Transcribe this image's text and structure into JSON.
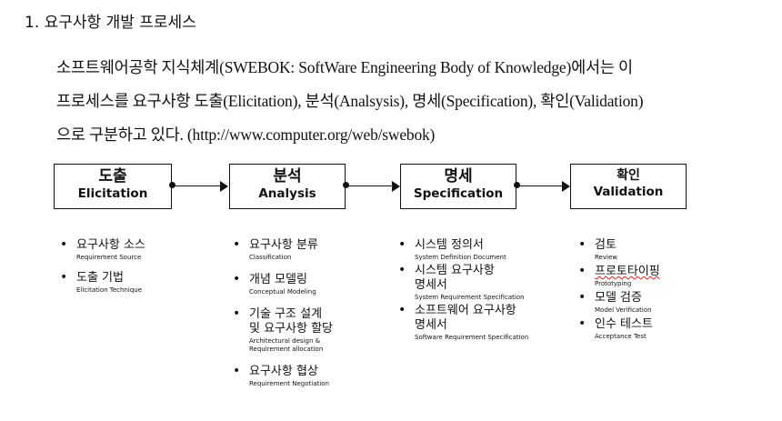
{
  "heading": "1. 요구사항 개발 프로세스",
  "paragraph": {
    "line1": "소프트웨어공학 지식체계(SWEBOK: SoftWare Engineering Body of Knowledge)에서는 이",
    "line2": "프로세스를 요구사항 도출(Elicitation), 분석(Analsysis), 명세(Specification), 확인(Validation)",
    "line3": "으로 구분하고 있다. (http://www.computer.org/web/swebok)"
  },
  "stages": [
    {
      "ko": "도출",
      "en": "Elicitation"
    },
    {
      "ko": "분석",
      "en": "Analysis"
    },
    {
      "ko": "명세",
      "en": "Specification"
    },
    {
      "ko": "확인",
      "en": "Validation"
    }
  ],
  "columns": [
    [
      {
        "ko": "요구사항 소스",
        "en": "Requirement Source"
      },
      {
        "ko": "도출 기법",
        "en": "Elicitation Technique"
      }
    ],
    [
      {
        "ko": "요구사항 분류",
        "en": "Classification"
      },
      {
        "ko": "개념 모델링",
        "en": "Conceptual Modeling"
      },
      {
        "ko": "기술 구조 설계\n및 요구사항 할당",
        "en": "Architectural design &",
        "en2": "Requirement allocation"
      },
      {
        "ko": "요구사항 협상",
        "en": "Requirement Negotiation"
      }
    ],
    [
      {
        "ko": "시스템 정의서",
        "en": "System Definition Document"
      },
      {
        "ko": "시스템 요구사항\n명세서",
        "en": "System Requirement Specification"
      },
      {
        "ko": "소프트웨어 요구사항\n명세서",
        "en": "Software Requirement Specification"
      }
    ],
    [
      {
        "ko": "검토",
        "en": "Review"
      },
      {
        "ko": "프로토타이핑",
        "en": "Prototyping"
      },
      {
        "ko": "모델 검증",
        "en": "Model Verification"
      },
      {
        "ko": "인수 테스트",
        "en": "Acceptance Test"
      }
    ]
  ],
  "bullet": "•"
}
